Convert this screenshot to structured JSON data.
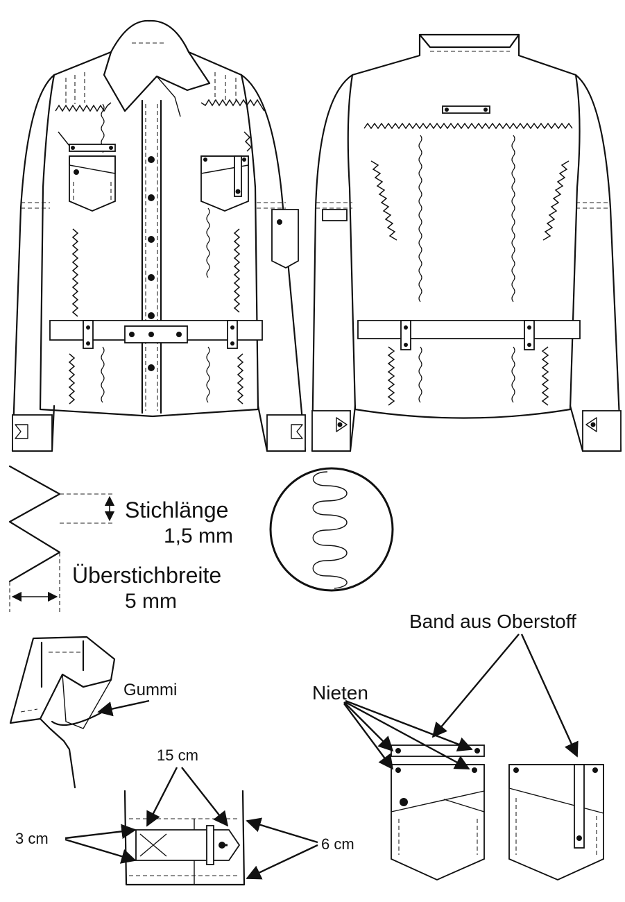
{
  "labels": {
    "stitch_length": "Stichlänge",
    "stitch_length_value": "1,5 mm",
    "overstitch_width": "Überstichbreite",
    "overstitch_width_value": "5 mm",
    "elastic": "Gummi",
    "belt_length": "15 cm",
    "belt_height": "3 cm",
    "belt_loop": "6 cm",
    "rivets": "Nieten",
    "band_fabric": "Band aus Oberstoff"
  }
}
